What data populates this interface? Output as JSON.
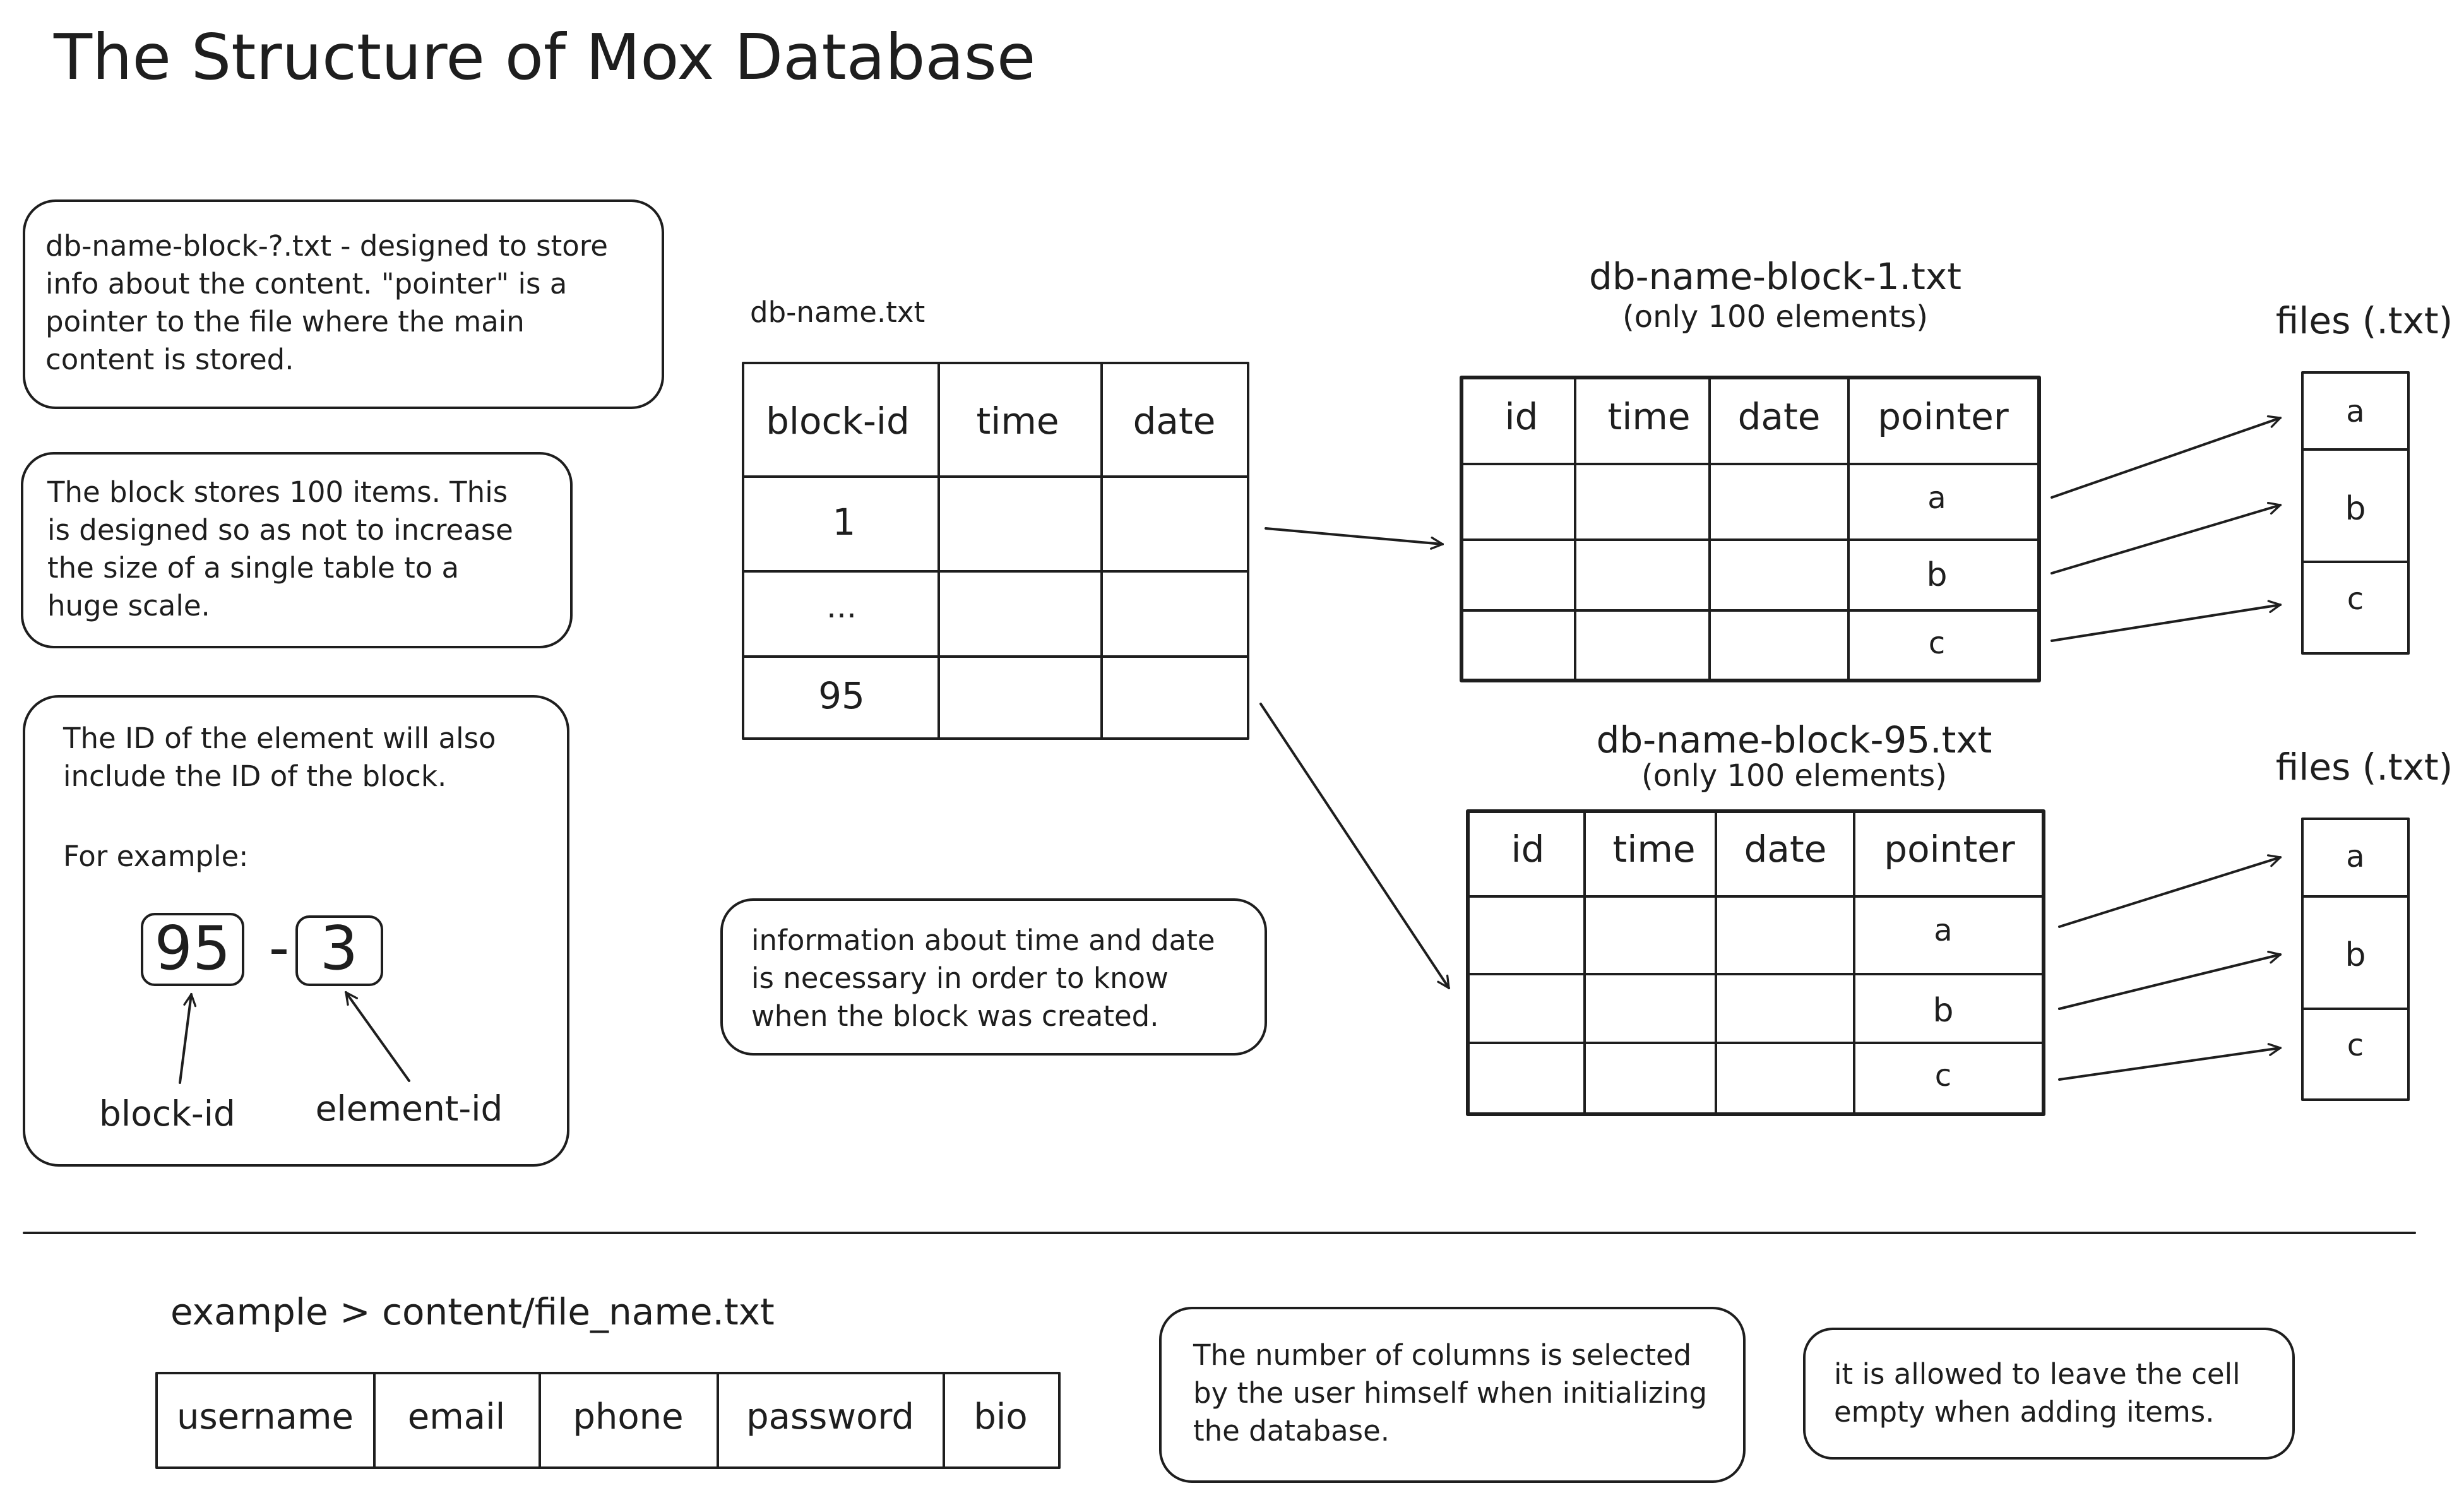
{
  "title": "The Structure of Mox Database",
  "notes": {
    "block_file": [
      "db-name-block-?.txt - designed to store",
      "info about the content. \"pointer\" is a",
      "pointer to the file where the main",
      "content is stored."
    ],
    "block_size": [
      "The block stores 100 items. This",
      "is designed so as not to increase",
      "the size of a single table to a",
      "huge scale."
    ],
    "id_note": [
      "The ID of the element will also",
      "include the ID of the block."
    ],
    "for_example": "For example:",
    "id_example": {
      "block": "95",
      "dash": "-",
      "element": "3",
      "block_label": "block-id",
      "element_label": "element-id"
    },
    "time_date": [
      "information about time and date",
      "is necessary in order to know",
      "when the block was created."
    ],
    "columns": [
      "The number of columns is selected",
      "by the user himself when initializing",
      "the database."
    ],
    "empty": [
      "it is allowed to leave the cell",
      "empty when adding items."
    ]
  },
  "index_table": {
    "label": "db-name.txt",
    "headers": [
      "block-id",
      "time",
      "date"
    ],
    "rows": [
      "1",
      "...",
      "95"
    ]
  },
  "block_tables": [
    {
      "title": "db-name-block-1.txt",
      "subtitle": "(only 100 elements)",
      "headers": [
        "id",
        "time",
        "date",
        "pointer"
      ],
      "pointers": [
        "a",
        "b",
        "c"
      ]
    },
    {
      "title": "db-name-block-95.txt",
      "subtitle": "(only 100 elements)",
      "headers": [
        "id",
        "time",
        "date",
        "pointer"
      ],
      "pointers": [
        "a",
        "b",
        "c"
      ]
    }
  ],
  "files": [
    {
      "label": "files (.txt)",
      "items": [
        "a",
        "b",
        "c"
      ]
    },
    {
      "label": "files (.txt)",
      "items": [
        "a",
        "b",
        "c"
      ]
    }
  ],
  "content_example": {
    "label": "example > content/file_name.txt",
    "columns": [
      "username",
      "email",
      "phone",
      "password",
      "bio"
    ]
  }
}
